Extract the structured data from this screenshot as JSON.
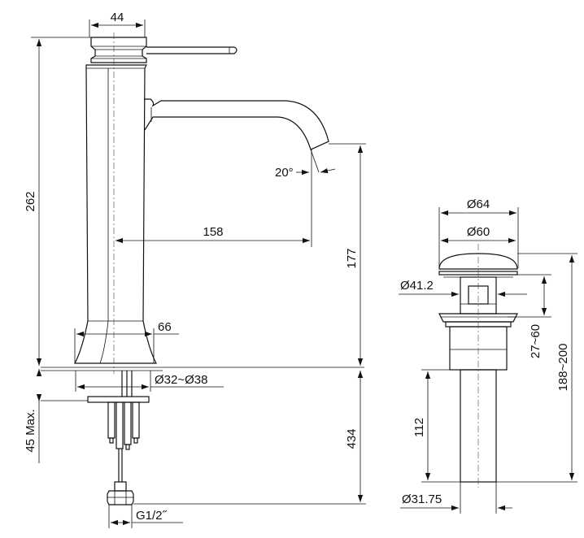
{
  "colors": {
    "line": "#111111",
    "background": "#ffffff"
  },
  "faucet": {
    "dims": {
      "top_width": "44",
      "total_height": "262",
      "spout_angle": "20°",
      "spout_reach": "158",
      "spout_height": "177",
      "base_diameter": "66",
      "hole_diameter": "Ø32~Ø38",
      "deck_thickness": "45 Max.",
      "hose_length": "434",
      "thread": "G1/2˝"
    }
  },
  "drain": {
    "dims": {
      "cap_outer": "Ø64",
      "cap_inner": "Ø60",
      "stem": "Ø41.2",
      "adjust_range": "27~60",
      "total_length": "188~200",
      "tail_length": "112",
      "tail_diameter": "Ø31.75"
    }
  }
}
